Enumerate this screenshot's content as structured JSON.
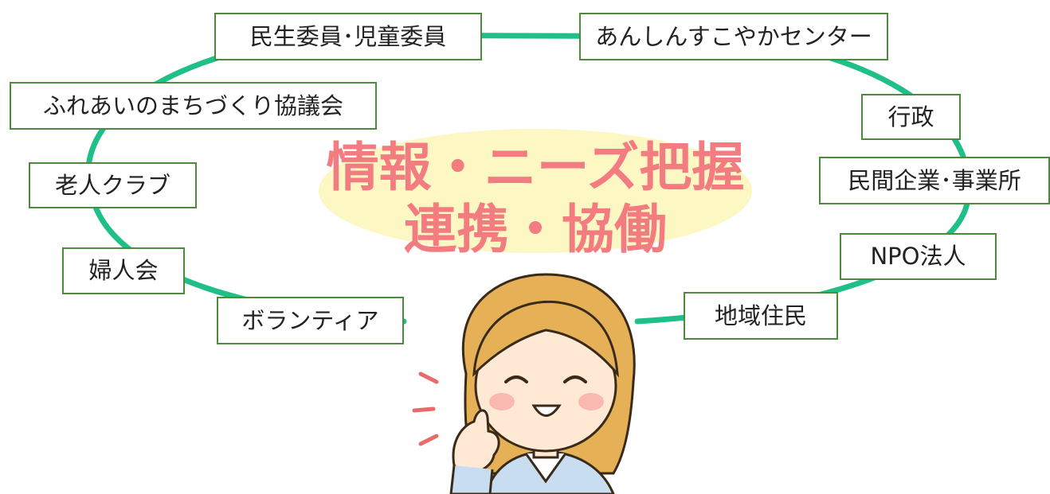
{
  "headline": {
    "line1": "情報・ニーズ把握",
    "line2": "連携・協働"
  },
  "nodes": {
    "minsei": "民生委員･児童委員",
    "anshin": "あんしんすこやかセンター",
    "fureai": "ふれあいのまちづくり協議会",
    "gyosei": "行政",
    "rojin": "老人クラブ",
    "minkan": "民間企業･事業所",
    "npo": "NPO法人",
    "fujin": "婦人会",
    "volunteer": "ボランティア",
    "chiiki": "地域住民"
  },
  "colors": {
    "ring": "#1fbf88",
    "node_border": "#4e8a3e",
    "headline": "#f27c80",
    "highlight": "#fdf7c3",
    "hair": "#e6b156",
    "skin": "#ffe9d4",
    "blouse": "#c8ddf0"
  },
  "illustration": {
    "subject": "woman-thumbs-up"
  }
}
